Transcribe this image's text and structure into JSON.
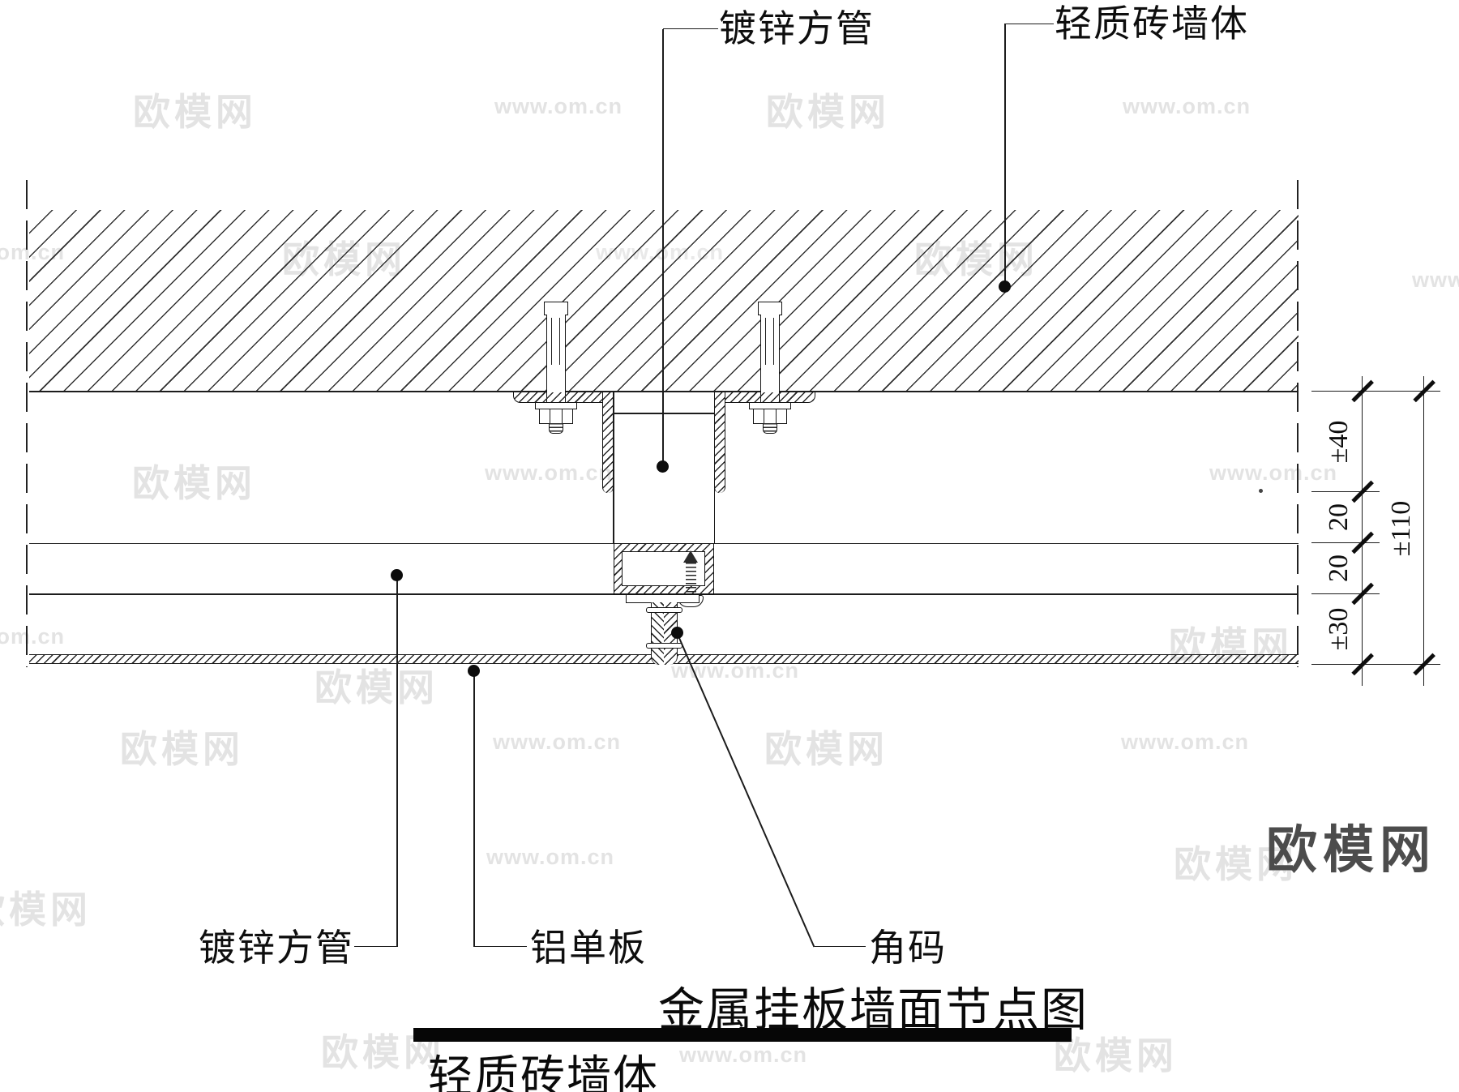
{
  "title": {
    "main": "金属挂板墙面节点图",
    "sub": "轻质砖墙体"
  },
  "labels": {
    "tube_top": "镀锌方管",
    "wall_top": "轻质砖墙体",
    "tube_bottom": "镀锌方管",
    "panel": "铝单板",
    "bracket": "角码"
  },
  "dimensions": {
    "seg1": "±40",
    "seg2": "20",
    "seg3": "20",
    "seg4": "±30",
    "total": "±110"
  },
  "watermark": {
    "logo": "欧模网",
    "url": "www.om.cn"
  },
  "footer_logo": "欧模网"
}
